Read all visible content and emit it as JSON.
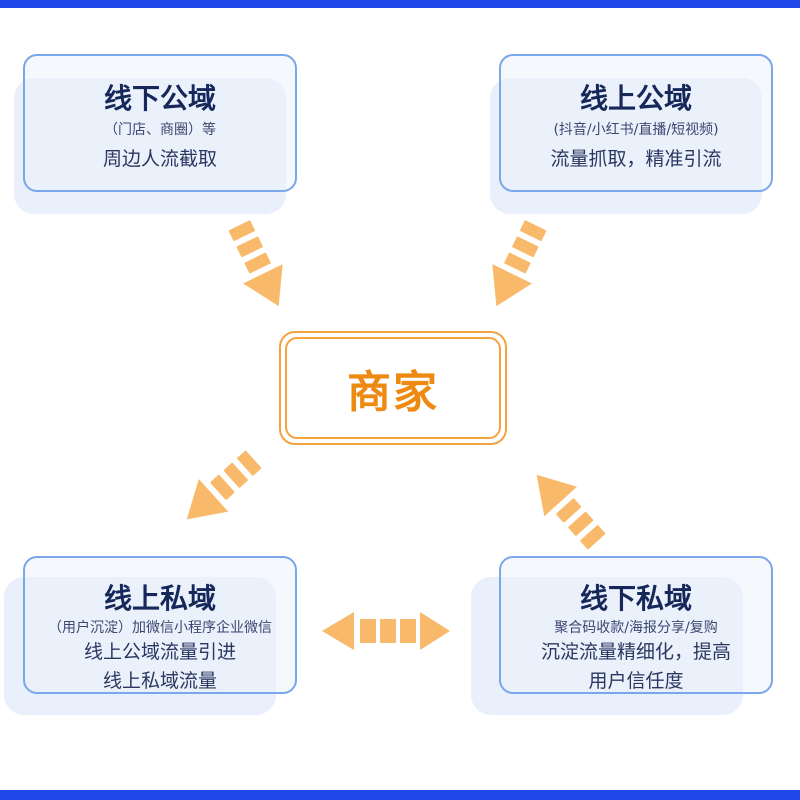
{
  "center": {
    "label": "商家"
  },
  "cards": {
    "offline_public": {
      "title": "线下公域",
      "subtitle": "（门店、商圈）等",
      "desc": [
        "周边人流截取"
      ]
    },
    "online_public": {
      "title": "线上公域",
      "subtitle": "(抖音/小红书/直播/短视频)",
      "desc": [
        "流量抓取，精准引流"
      ]
    },
    "online_private": {
      "title": "线上私域",
      "subtitle": "（用户沉淀）加微信小程序企业微信",
      "desc": [
        "线上公域流量引进",
        "线上私域流量"
      ]
    },
    "offline_private": {
      "title": "线下私域",
      "subtitle": "聚合码收款/海报分享/复购",
      "desc": [
        "沉淀流量精细化，提高",
        "用户信任度"
      ]
    }
  },
  "colors": {
    "frame_bar": "#1f46e6",
    "card_border": "#7aa7ec",
    "card_title": "#16275a",
    "arrow": "#f8b96b",
    "merchant_border": "#f4a340",
    "merchant_text": "#ee8a12"
  }
}
